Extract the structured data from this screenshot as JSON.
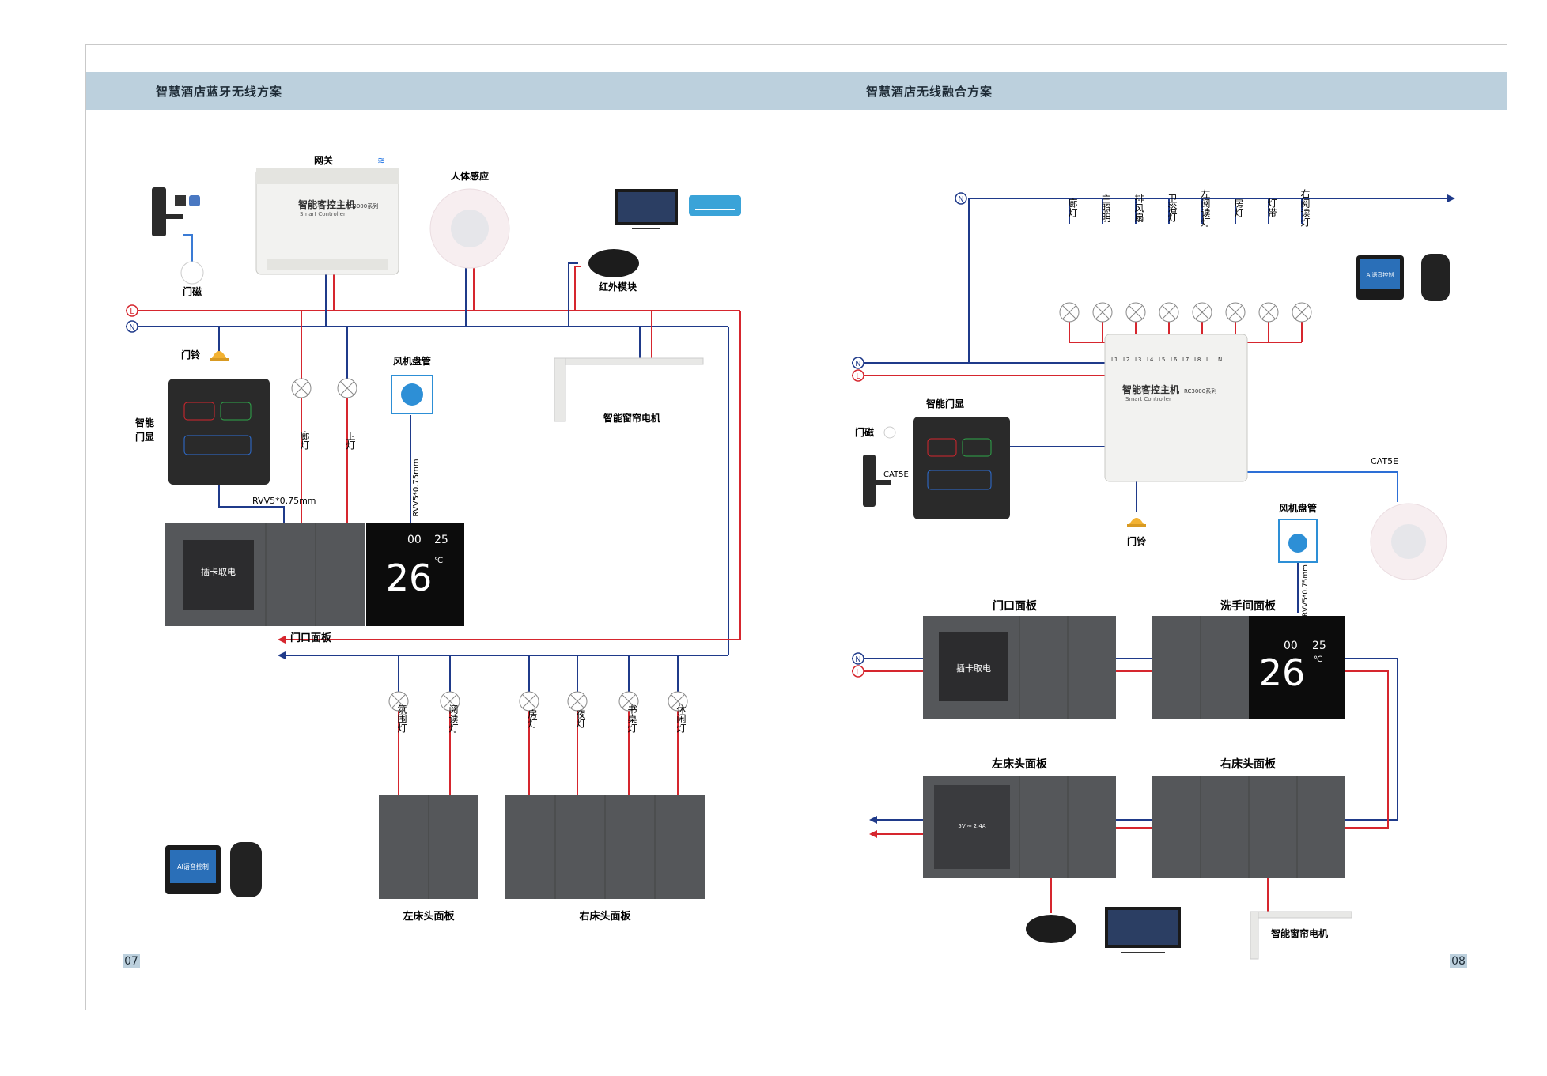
{
  "left_page": {
    "title": "智慧酒店蓝牙无线方案",
    "page_number": "07",
    "labels": {
      "gateway": "网关",
      "controller_title": "智能客控主机",
      "controller_model": "RC3000系列",
      "controller_sub": "Smart Controller",
      "body_sensor": "人体感应",
      "ir_module": "红外模块",
      "door_magnet": "门磁",
      "doorbell": "门铃",
      "smart_door_display_1": "智能",
      "smart_door_display_2": "门显",
      "fan_coil": "风机盘管",
      "curtain_motor": "智能窗帘电机",
      "cable_rvv": "RVV5*0.75mm",
      "cable_rvv_fan": "RVV5*0.75mm",
      "door_panel": "门口面板",
      "left_bed_panel": "左床头面板",
      "right_bed_panel": "右床头面板",
      "card_power": "插卡取电",
      "thermo_temp": "26",
      "thermo_time": "00",
      "thermo_set": "25",
      "thermo_unit": "℃",
      "ai_screen": "AI语音控制",
      "L": "L",
      "N": "N"
    },
    "lamps_top": [
      "廊灯",
      "卫灯"
    ],
    "lamps_bottom": [
      "氛围灯",
      "阅读灯",
      "房灯",
      "夜灯",
      "书桌灯",
      "休闲灯"
    ]
  },
  "right_page": {
    "title": "智慧酒店无线融合方案",
    "page_number": "08",
    "labels": {
      "controller_title": "智能客控主机",
      "controller_model": "RC3000系列",
      "controller_sub": "Smart Controller",
      "smart_door_display": "智能门显",
      "door_magnet": "门磁",
      "cat5e_lock": "CAT5E",
      "cat5e_sensor": "CAT5E",
      "doorbell": "门铃",
      "fan_coil": "风机盘管",
      "cable_rvv_fan": "RVV5*0.75mm",
      "door_panel": "门口面板",
      "bathroom_panel": "洗手间面板",
      "left_bed_panel": "左床头面板",
      "right_bed_panel": "右床头面板",
      "curtain_motor": "智能窗帘电机",
      "card_power": "插卡取电",
      "thermo_temp": "26",
      "thermo_time": "00",
      "thermo_set": "25",
      "thermo_unit": "℃",
      "socket_rating": "5V ⎓ 2.4A",
      "ai_screen": "AI语音控制",
      "L": "L",
      "N": "N"
    },
    "lamps": [
      "廊灯",
      "主照明",
      "排风扇",
      "卫浴灯",
      "左阅读灯",
      "房灯",
      "灯带",
      "右阅读灯"
    ],
    "terminals": [
      "L1",
      "L2",
      "L3",
      "L4",
      "L5",
      "L6",
      "L7",
      "L8",
      "L",
      "N"
    ]
  },
  "colors": {
    "header_band": "#bcd0dd",
    "live_wire": "#d6262e",
    "neutral_wire": "#1f3a8a",
    "panel_gray": "#55575a",
    "panel_orange": "#e07a2e"
  }
}
